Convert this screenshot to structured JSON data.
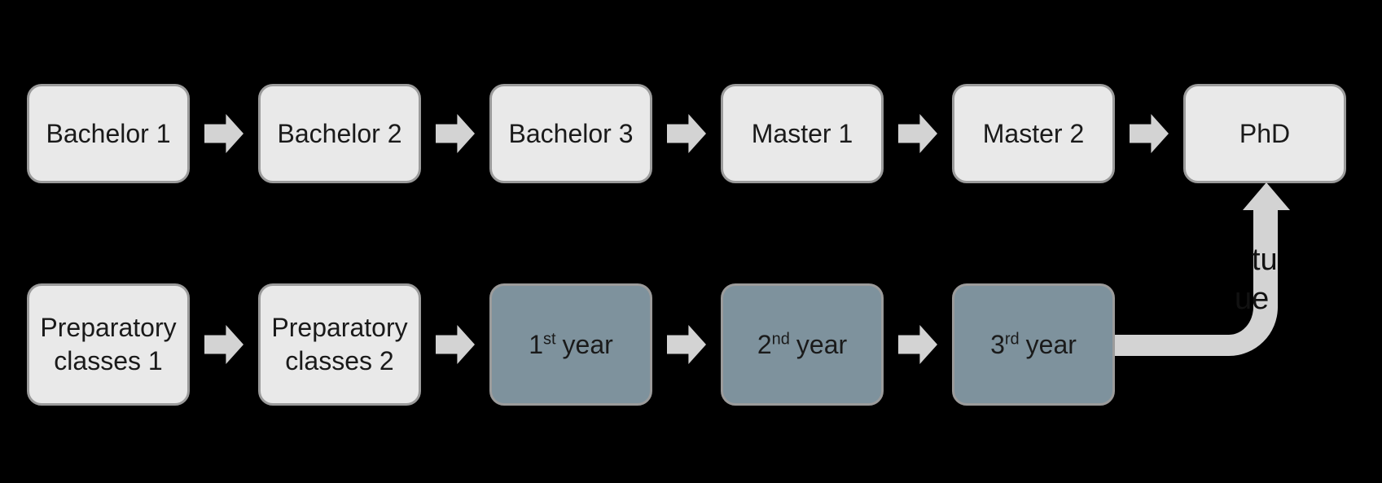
{
  "colors": {
    "background": "#000000",
    "box_light_fill": "#e9e9e9",
    "box_dark_fill": "#7e929d",
    "box_border": "#9b9b9b",
    "arrow_fill": "#d3d3d3",
    "text_color": "#1a1a1a"
  },
  "top_row": [
    {
      "label": "Bachelor 1"
    },
    {
      "label": "Bachelor 2"
    },
    {
      "label": "Bachelor 3"
    },
    {
      "label": "Master 1"
    },
    {
      "label": "Master 2"
    },
    {
      "label": "PhD"
    }
  ],
  "bottom_row": [
    {
      "label": "Preparatory classes 1"
    },
    {
      "label": "Preparatory classes 2"
    },
    {
      "number": "1",
      "ordinal": "st",
      "suffix": "year"
    },
    {
      "number": "2",
      "ordinal": "nd",
      "suffix": "year"
    },
    {
      "number": "3",
      "ordinal": "rd",
      "suffix": "year"
    }
  ],
  "elbow_arrow_label": {
    "line1_fragment": "tu",
    "line2_fragment": "ue"
  }
}
